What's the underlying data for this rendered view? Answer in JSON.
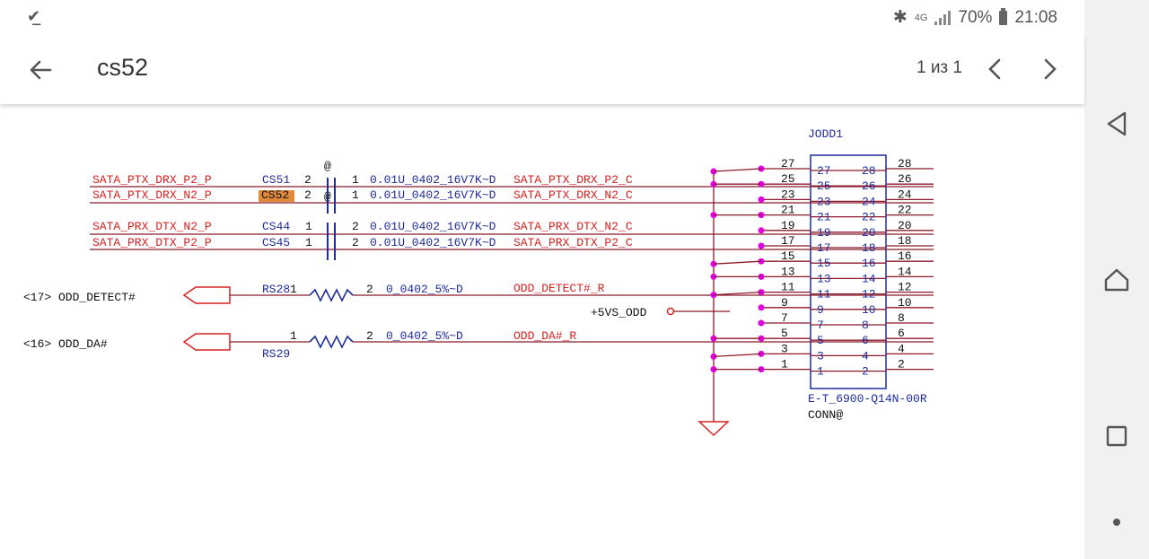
{
  "status_bar": {
    "left_icon": "download-done-icon",
    "network": "4G",
    "battery": "70%",
    "time": "21:08"
  },
  "app_bar": {
    "back_icon": "arrow-back-icon",
    "title": "cs52",
    "page_indicator": "1 из 1",
    "prev_icon": "chevron-left-icon",
    "next_icon": "chevron-right-icon"
  },
  "nav_bar": {
    "back": "triangle-back-icon",
    "home": "home-icon",
    "recents": "square-recents-icon",
    "extra": "dot-icon"
  },
  "schematic": {
    "connector": {
      "ref": "JODD1",
      "part": "E-T_6900-Q14N-00R",
      "label": "CONN@"
    },
    "nets_left": [
      {
        "net": "SATA_PTX_DRX_P2_P",
        "ref": "CS51",
        "pin_a": "2",
        "pin_b": "1",
        "value": "0.01U_0402_16V7K~D",
        "out": "SATA_PTX_DRX_P2_C"
      },
      {
        "net": "SATA_PTX_DRX_N2_P",
        "ref": "CS52",
        "pin_a": "2",
        "pin_b": "1",
        "value": "0.01U_0402_16V7K~D",
        "out": "SATA_PTX_DRX_N2_C"
      },
      {
        "net": "SATA_PRX_DTX_N2_P",
        "ref": "CS44",
        "pin_a": "1",
        "pin_b": "2",
        "value": "0.01U_0402_16V7K~D",
        "out": "SATA_PRX_DTX_N2_C"
      },
      {
        "net": "SATA_PRX_DTX_P2_P",
        "ref": "CS45",
        "pin_a": "1",
        "pin_b": "2",
        "value": "0.01U_0402_16V7K~D",
        "out": "SATA_PRX_DTX_P2_C"
      }
    ],
    "at_mark": "@",
    "resistors": [
      {
        "port": "<17> ODD_DETECT#",
        "ref": "RS28",
        "pin_a": "1",
        "pin_b": "2",
        "value": "0_0402_5%~D",
        "out": "ODD_DETECT#_R"
      },
      {
        "port": "<16> ODD_DA#",
        "ref": "RS29",
        "pin_a": "1",
        "pin_b": "2",
        "value": "0_0402_5%~D",
        "out": "ODD_DA#_R"
      }
    ],
    "power": "+5VS_ODD",
    "left_pins": [
      "27",
      "25",
      "23",
      "21",
      "19",
      "17",
      "15",
      "13",
      "11",
      "9",
      "7",
      "5",
      "3",
      "1"
    ],
    "right_pins": [
      "28",
      "26",
      "24",
      "22",
      "20",
      "18",
      "16",
      "14",
      "12",
      "10",
      "8",
      "6",
      "4",
      "2"
    ]
  }
}
